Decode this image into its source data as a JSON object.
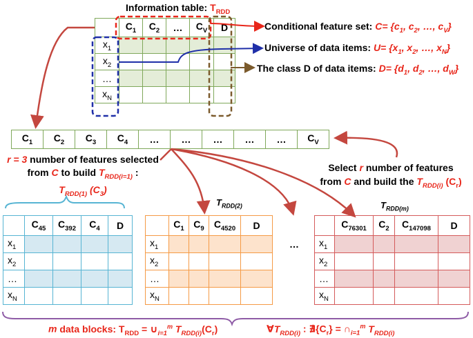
{
  "info_table": {
    "title_prefix": "Information table: ",
    "title_name": "T",
    "title_sub": "RDD",
    "headers": [
      "C1",
      "C2",
      "…",
      "CV",
      "D"
    ],
    "rows": [
      "x1",
      "x2",
      "…",
      "xN"
    ]
  },
  "annotations": {
    "conditional_label": "Conditional feature set: ",
    "conditional_formula": "C= {c1, c2, …, cV}",
    "universe_label": "Universe of data items: ",
    "universe_formula": "U= {x1, x2, …, xN}",
    "class_label": "The class D of data items: ",
    "class_formula": "D= {d1, d2, …, dW}"
  },
  "feature_row": [
    "C1",
    "C2",
    "C3",
    "C4",
    "…",
    "…",
    "…",
    "…",
    "…",
    "CV"
  ],
  "left_note": {
    "line1": "r = 3 number of features selected",
    "line2": "from C to build TRDD(i=1) :",
    "line3": "TRDD(1) (C3)"
  },
  "right_note": {
    "line1": "Select r number of features",
    "line2": "from C and build the TRDD(i) (Cr)"
  },
  "block_labels": [
    "TRDD(2)",
    "TRDD(m)"
  ],
  "ellipsis": "…",
  "blocks": [
    {
      "headers": [
        "C45",
        "C392",
        "C4",
        "D"
      ],
      "rows": [
        "x1",
        "x2",
        "…",
        "xN"
      ]
    },
    {
      "headers": [
        "C1",
        "C9",
        "C4520",
        "D"
      ],
      "rows": [
        "x1",
        "x2",
        "…",
        "xN"
      ]
    },
    {
      "headers": [
        "C76301",
        "C2",
        "C147098",
        "D"
      ],
      "rows": [
        "x1",
        "x2",
        "…",
        "xN"
      ]
    }
  ],
  "bottom_formula_left": "m data blocks: TRDD = ∪ i=1..m TRDD(i)(Cr)",
  "bottom_formula_right": "∀TRDD(i) : ∄{Cr} = ∩ i=1..m TRDD(i)",
  "colors": {
    "red": "#e8261a",
    "green_border": "#7fa85a",
    "blue": "#56b4d3",
    "orange": "#f59a45",
    "rose": "#d45a5a",
    "purple": "#8e5ba6",
    "brown": "#7b5a2c",
    "navy": "#1f2fa8"
  }
}
